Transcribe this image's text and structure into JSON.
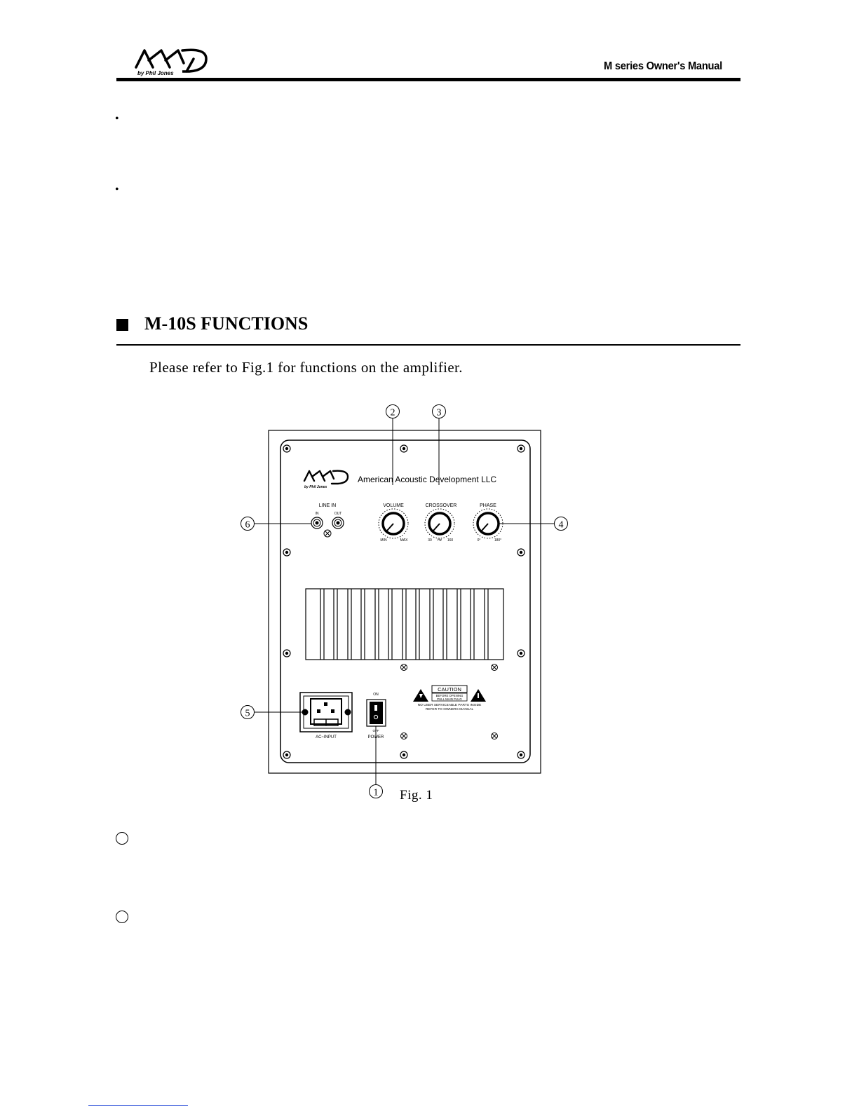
{
  "header": {
    "logo_text": "AAD",
    "logo_subtext": "by Phil Jones",
    "title": "M series Owner's  Manual"
  },
  "bullets": [
    "•",
    "•"
  ],
  "section": {
    "title": "M-10S FUNCTIONS",
    "intro": "Please refer to Fig.1 for functions on the amplifier."
  },
  "figure": {
    "caption": "Fig. 1",
    "brand": "American Acoustic Development LLC",
    "logo_text": "AAD",
    "logo_subtext": "by Phil Jones",
    "callouts": [
      "1",
      "2",
      "3",
      "4",
      "5",
      "6"
    ],
    "line_in": {
      "label": "LINE IN",
      "in": "IN",
      "out": "OUT"
    },
    "volume": {
      "label": "VOLUME",
      "min": "MIN",
      "max": "MAX"
    },
    "crossover": {
      "label": "CROSSOVER",
      "low": "30",
      "unit": "Hz",
      "high": "160"
    },
    "phase": {
      "label": "PHASE",
      "low": "0°",
      "high": "180°"
    },
    "ac_input": {
      "label": "AC~INPUT"
    },
    "power": {
      "on": "ON",
      "off": "OFF",
      "label": "POWER"
    },
    "caution": {
      "title": "CAUTION",
      "line1": "BEFORE OPENING",
      "line2": "PULL MAIN PLUG",
      "note1": "NO USER SERVICEABLE PARTS INSIDE",
      "note2": "REFER TO OWNERS MANUAL"
    }
  }
}
